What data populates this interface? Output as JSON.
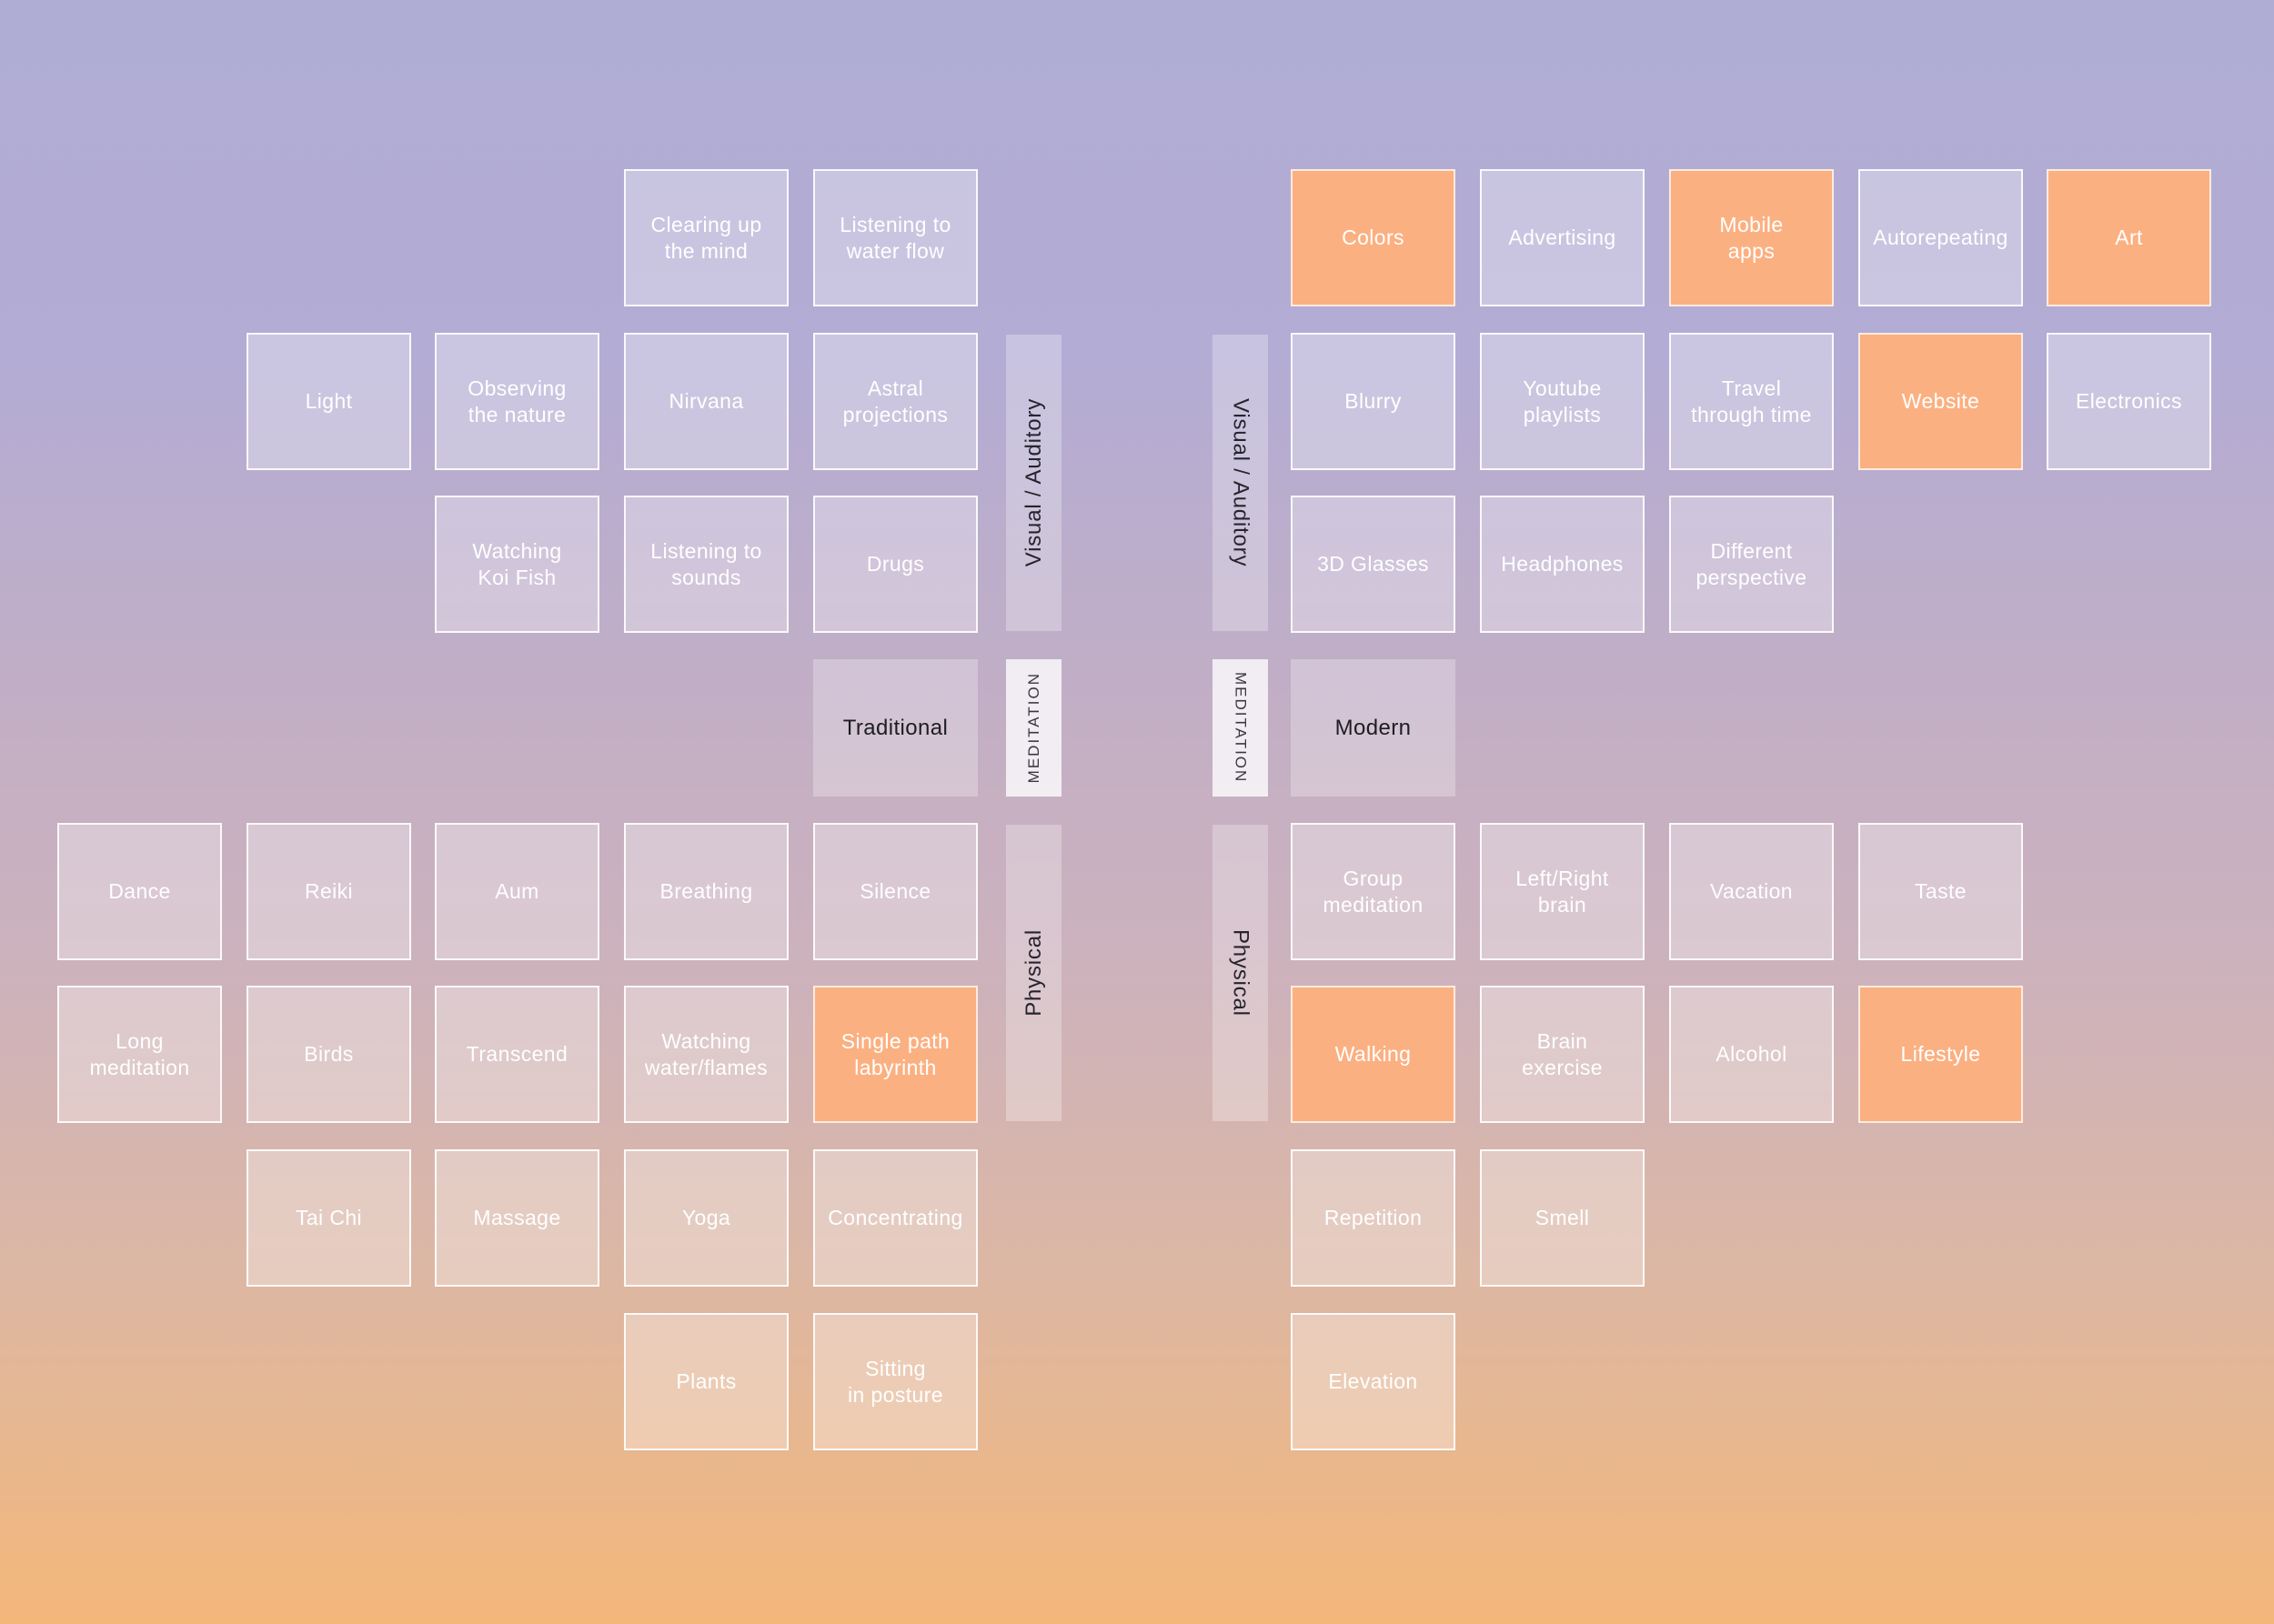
{
  "diagram": {
    "tiles": [
      {
        "id": "clearing-up-the-mind",
        "label": "Clearing up\nthe mind",
        "col": 3,
        "row": 0
      },
      {
        "id": "listening-to-water-flow",
        "label": "Listening to\nwater flow",
        "col": 4,
        "row": 0
      },
      {
        "id": "colors",
        "label": "Colors",
        "col": 7,
        "row": 0,
        "highlight": true
      },
      {
        "id": "advertising",
        "label": "Advertising",
        "col": 8,
        "row": 0
      },
      {
        "id": "mobile-apps",
        "label": "Mobile\napps",
        "col": 9,
        "row": 0,
        "highlight": true
      },
      {
        "id": "autorepeating",
        "label": "Autorepeating",
        "col": 10,
        "row": 0
      },
      {
        "id": "art",
        "label": "Art",
        "col": 11,
        "row": 0,
        "highlight": true
      },
      {
        "id": "light",
        "label": "Light",
        "col": 1,
        "row": 1
      },
      {
        "id": "observing-the-nature",
        "label": "Observing\nthe nature",
        "col": 2,
        "row": 1
      },
      {
        "id": "nirvana",
        "label": "Nirvana",
        "col": 3,
        "row": 1
      },
      {
        "id": "astral-projections",
        "label": "Astral\nprojections",
        "col": 4,
        "row": 1
      },
      {
        "id": "blurry",
        "label": "Blurry",
        "col": 7,
        "row": 1
      },
      {
        "id": "youtube-playlists",
        "label": "Youtube\nplaylists",
        "col": 8,
        "row": 1
      },
      {
        "id": "travel-through-time",
        "label": "Travel\nthrough time",
        "col": 9,
        "row": 1
      },
      {
        "id": "website",
        "label": "Website",
        "col": 10,
        "row": 1,
        "highlight": true
      },
      {
        "id": "electronics",
        "label": "Electronics",
        "col": 11,
        "row": 1
      },
      {
        "id": "watching-koi-fish",
        "label": "Watching\nKoi Fish",
        "col": 2,
        "row": 2
      },
      {
        "id": "listening-to-sounds",
        "label": "Listening to\nsounds",
        "col": 3,
        "row": 2
      },
      {
        "id": "drugs",
        "label": "Drugs",
        "col": 4,
        "row": 2
      },
      {
        "id": "3d-glasses",
        "label": "3D Glasses",
        "col": 7,
        "row": 2
      },
      {
        "id": "headphones",
        "label": "Headphones",
        "col": 8,
        "row": 2
      },
      {
        "id": "different-perspective",
        "label": "Different\nperspective",
        "col": 9,
        "row": 2
      },
      {
        "id": "traditional",
        "label": "Traditional",
        "col": 4,
        "row": 3,
        "category": true
      },
      {
        "id": "modern",
        "label": "Modern",
        "col": 7,
        "row": 3,
        "category": true
      },
      {
        "id": "dance",
        "label": "Dance",
        "col": 0,
        "row": 4
      },
      {
        "id": "reiki",
        "label": "Reiki",
        "col": 1,
        "row": 4
      },
      {
        "id": "aum",
        "label": "Aum",
        "col": 2,
        "row": 4
      },
      {
        "id": "breathing",
        "label": "Breathing",
        "col": 3,
        "row": 4
      },
      {
        "id": "silence",
        "label": "Silence",
        "col": 4,
        "row": 4
      },
      {
        "id": "group-meditation",
        "label": "Group\nmeditation",
        "col": 7,
        "row": 4
      },
      {
        "id": "left-right-brain",
        "label": "Left/Right\nbrain",
        "col": 8,
        "row": 4
      },
      {
        "id": "vacation",
        "label": "Vacation",
        "col": 9,
        "row": 4
      },
      {
        "id": "taste",
        "label": "Taste",
        "col": 10,
        "row": 4
      },
      {
        "id": "long-meditation",
        "label": "Long\nmeditation",
        "col": 0,
        "row": 5
      },
      {
        "id": "birds",
        "label": "Birds",
        "col": 1,
        "row": 5
      },
      {
        "id": "transcend",
        "label": "Transcend",
        "col": 2,
        "row": 5
      },
      {
        "id": "watching-water-flames",
        "label": "Watching\nwater/flames",
        "col": 3,
        "row": 5
      },
      {
        "id": "single-path-labyrinth",
        "label": "Single path\nlabyrinth",
        "col": 4,
        "row": 5,
        "highlight": true
      },
      {
        "id": "walking",
        "label": "Walking",
        "col": 7,
        "row": 5,
        "highlight": true
      },
      {
        "id": "brain-exercise",
        "label": "Brain\nexercise",
        "col": 8,
        "row": 5
      },
      {
        "id": "alcohol",
        "label": "Alcohol",
        "col": 9,
        "row": 5
      },
      {
        "id": "lifestyle",
        "label": "Lifestyle",
        "col": 10,
        "row": 5,
        "highlight": true
      },
      {
        "id": "tai-chi",
        "label": "Tai Chi",
        "col": 1,
        "row": 6
      },
      {
        "id": "massage",
        "label": "Massage",
        "col": 2,
        "row": 6
      },
      {
        "id": "yoga",
        "label": "Yoga",
        "col": 3,
        "row": 6
      },
      {
        "id": "concentrating",
        "label": "Concentrating",
        "col": 4,
        "row": 6
      },
      {
        "id": "repetition",
        "label": "Repetition",
        "col": 7,
        "row": 6
      },
      {
        "id": "smell",
        "label": "Smell",
        "col": 8,
        "row": 6
      },
      {
        "id": "plants",
        "label": "Plants",
        "col": 3,
        "row": 7
      },
      {
        "id": "sitting-in-posture",
        "label": "Sitting\nin posture",
        "col": 4,
        "row": 7
      },
      {
        "id": "elevation",
        "label": "Elevation",
        "col": 7,
        "row": 7
      }
    ],
    "bars": [
      {
        "id": "visual-auditory-left",
        "label": "Visual / Auditory",
        "side": "left",
        "rows": [
          1,
          2
        ]
      },
      {
        "id": "meditation-left",
        "label": "MEDITATION",
        "side": "left",
        "rows": [
          3,
          3
        ],
        "style": "meditation"
      },
      {
        "id": "physical-left",
        "label": "Physical",
        "side": "left",
        "rows": [
          4,
          5
        ]
      },
      {
        "id": "visual-auditory-right",
        "label": "Visual / Auditory",
        "side": "right",
        "rows": [
          1,
          2
        ]
      },
      {
        "id": "meditation-right",
        "label": "MEDITATION",
        "side": "right",
        "rows": [
          3,
          3
        ],
        "style": "meditation"
      },
      {
        "id": "physical-right",
        "label": "Physical",
        "side": "right",
        "rows": [
          4,
          5
        ]
      }
    ]
  },
  "colors": {
    "highlight": "#fbb081",
    "gradient_top": "#b0add5",
    "gradient_bottom": "#f4b77a"
  }
}
